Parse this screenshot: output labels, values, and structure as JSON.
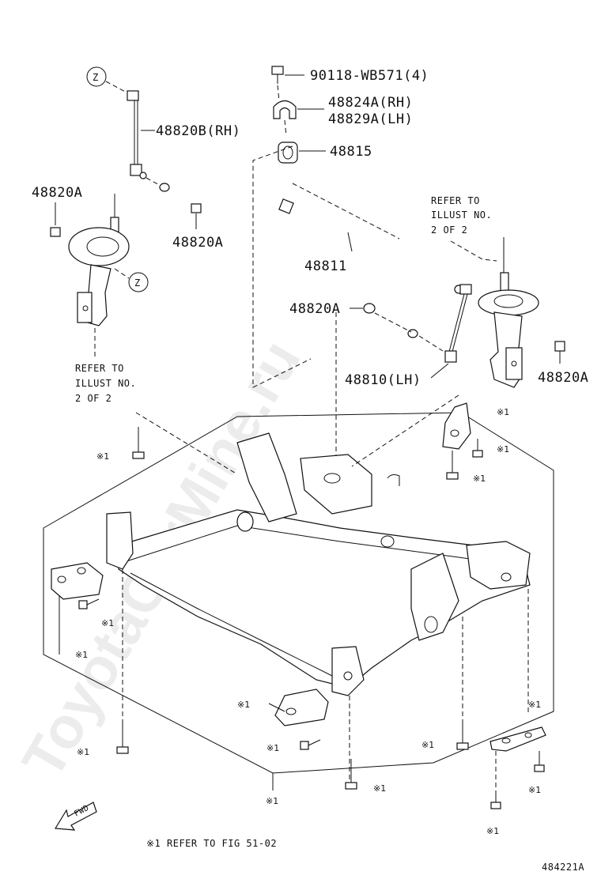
{
  "watermark": "ToyotaCarMine.ru",
  "zone_marker": "Z",
  "callouts": {
    "bolt_top": "90118-WB571(4)",
    "bracket_rh": "48824A(RH)",
    "bracket_lh": "48829A(LH)",
    "bushing": "48815",
    "link_rh": "48820B(RH)",
    "nut_left_top": "48820A",
    "nut_center": "48820A",
    "stabilizer_bar": "48811",
    "nut_mid": "48820A",
    "link_lh": "48810(LH)",
    "nut_right": "48820A"
  },
  "refer_right": [
    "REFER TO",
    "ILLUST NO.",
    "2 OF 2"
  ],
  "refer_left": [
    "REFER TO",
    "ILLUST NO.",
    "2 OF 2"
  ],
  "ref_mark": "※1",
  "footnote": "※1 REFER TO FIG 51-02",
  "fwd_label": "FWD",
  "diagram_id": "484221A"
}
